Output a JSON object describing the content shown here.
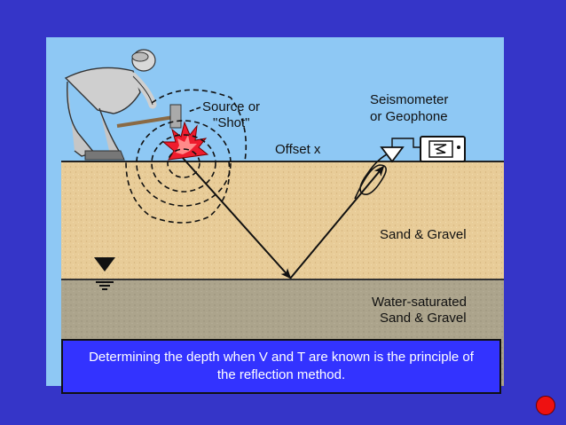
{
  "labels": {
    "source_line1": "Source or",
    "source_line2": "\"Shot\"",
    "seismometer_line1": "Seismometer",
    "seismometer_line2": "or Geophone",
    "offset": "Offset x",
    "layer1": "Sand & Gravel",
    "layer2_line1": "Water-saturated",
    "layer2_line2": "Sand & Gravel"
  },
  "caption": "Determining the depth when V and T are known is the principle of the reflection method.",
  "colors": {
    "background": "#3535c8",
    "sky": "#8ec8f4",
    "sand": "#e8cc98",
    "saturated": "#aca48c",
    "caption_box": "#3333ff",
    "explosion": "#ee1c2e",
    "nav_dot": "#ee1111"
  },
  "icons": [
    "worker-with-sledgehammer",
    "explosion",
    "water-table-icon",
    "geophone-icon",
    "seismograph-icon"
  ]
}
